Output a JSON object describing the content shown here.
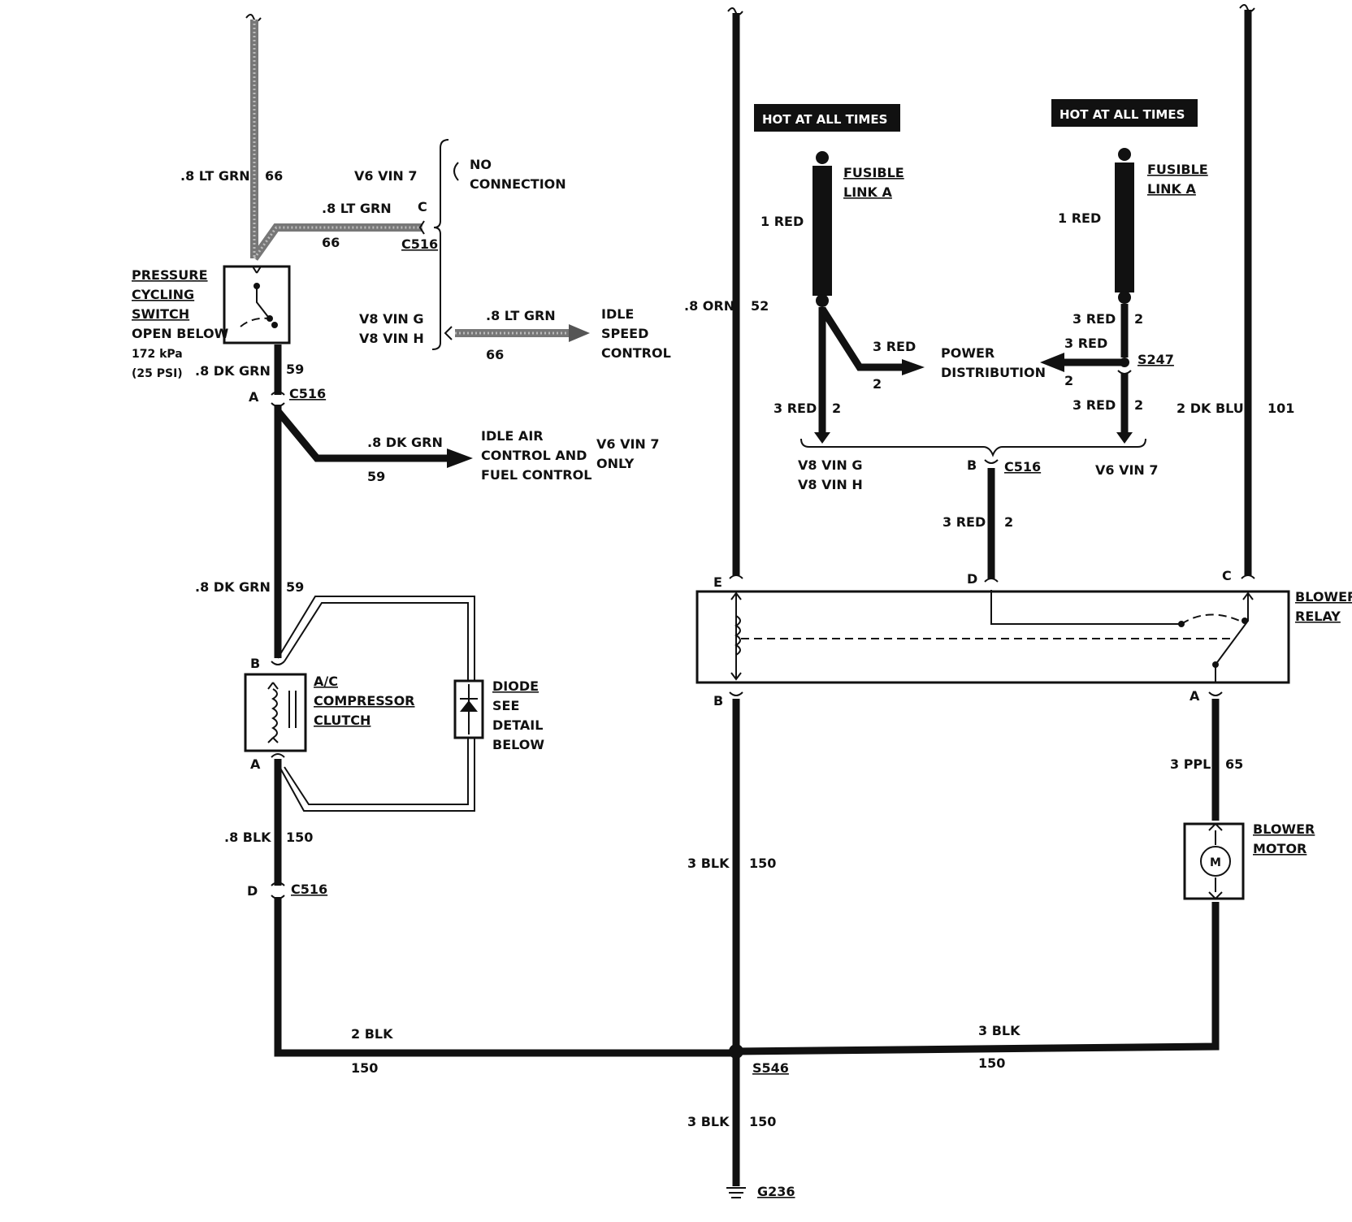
{
  "hot_badges": [
    "HOT AT ALL TIMES",
    "HOT AT ALL TIMES"
  ],
  "components": {
    "pressure_switch": [
      "PRESSURE",
      "CYCLING",
      "SWITCH",
      "OPEN BELOW",
      "172 kPa",
      "(25 PSI)"
    ],
    "compressor_clutch": [
      "A/C",
      "COMPRESSOR",
      "CLUTCH"
    ],
    "diode": [
      "DIODE",
      "SEE",
      "DETAIL",
      "BELOW"
    ],
    "fusible_link_1": [
      "FUSIBLE",
      "LINK A"
    ],
    "fusible_link_2": [
      "FUSIBLE",
      "LINK A"
    ],
    "blower_relay": [
      "BLOWER",
      "RELAY"
    ],
    "blower_motor": [
      "BLOWER",
      "MOTOR"
    ],
    "motor_symbol": "M"
  },
  "destinations": {
    "no_connection": [
      "NO",
      "CONNECTION"
    ],
    "idle_speed": [
      "IDLE",
      "SPEED",
      "CONTROL"
    ],
    "idle_air": [
      "IDLE AIR",
      "CONTROL AND",
      "FUEL CONTROL"
    ],
    "idle_air_note": [
      "V6 VIN 7",
      "ONLY"
    ],
    "power_distribution": [
      "POWER",
      "DISTRIBUTION"
    ]
  },
  "variants": {
    "v6_vin7": "V6 VIN 7",
    "v8_vin_g": "V8 VIN G",
    "v8_vin_h": "V8 VIN H",
    "v6_vin7_b": "V6 VIN 7",
    "v8_vin_g_b": "V8 VIN G",
    "v8_vin_h_b": "V8 VIN H"
  },
  "connectors": {
    "c516_c": "C516",
    "c516_a": "C516",
    "c516_d": "C516",
    "c516_b": "C516",
    "s247": "S247",
    "s546": "S546",
    "g236": "G236",
    "pin_c1": "C",
    "pin_a1": "A",
    "pin_b2": "B",
    "pin_a2": "A",
    "pin_d1": "D",
    "pin_b3": "B",
    "relay_e": "E",
    "relay_d": "D",
    "relay_c": "C",
    "relay_b": "B",
    "relay_a": "A"
  },
  "wires": {
    "w1_size": ".8 LT GRN",
    "w1_num": "66",
    "w2_size": ".8 LT GRN",
    "w2_num": "66",
    "w3_size": ".8 LT GRN",
    "w3_num": "66",
    "w4_size": ".8 DK GRN",
    "w4_num": "59",
    "w5_size": ".8 DK GRN",
    "w5_num": "59",
    "w6_size": ".8 DK GRN",
    "w6_num": "59",
    "w7_size": ".8 BLK",
    "w7_num": "150",
    "w8_size": "2 BLK",
    "w8_num": "150",
    "w9_size": ".8 ORN",
    "w9_num": "52",
    "w10_size": "1 RED",
    "w11_size": "3 RED",
    "w11_num": "2",
    "w12_size": "3 RED",
    "w12_num": "2",
    "w13_size": "1 RED",
    "w14_size": "3 RED",
    "w14_num": "2",
    "w15_size": "3 RED",
    "w15_num": "2",
    "w16_size": "3 RED",
    "w16_num": "2",
    "w17_size": "3 RED",
    "w17_num": "2",
    "w18_size": "2 DK BLU",
    "w18_num": "101",
    "w19_size": "3 PPL",
    "w19_num": "65",
    "w20_size": "3 BLK",
    "w20_num": "150",
    "w21_size": "3 BLK",
    "w21_num": "150",
    "w22_size": "3 BLK",
    "w22_num": "150"
  }
}
